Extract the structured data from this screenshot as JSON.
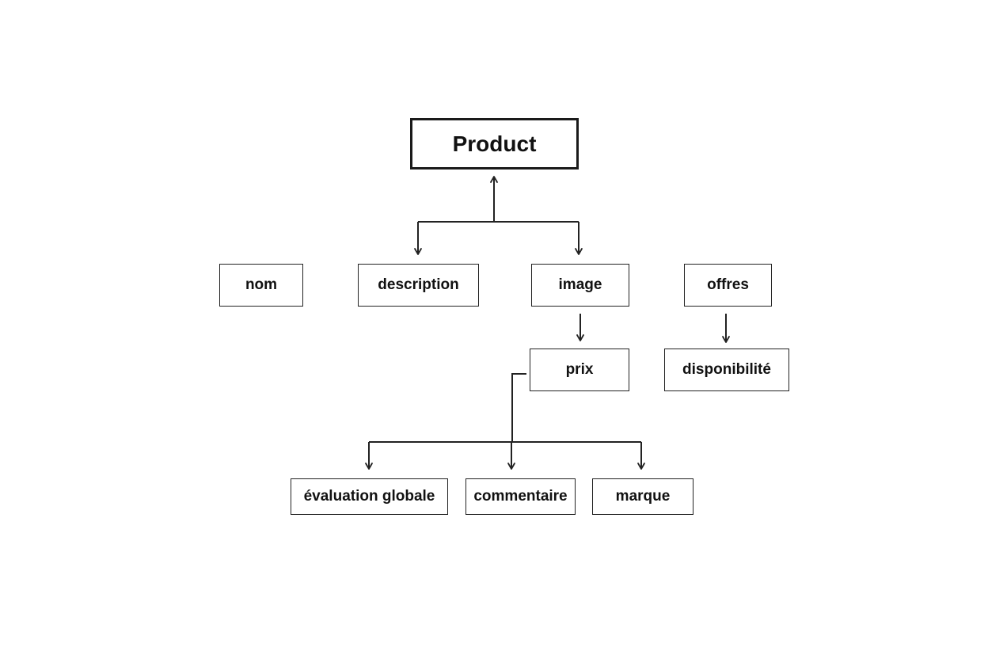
{
  "diagram": {
    "nodes": {
      "product": "Product",
      "nom": "nom",
      "description": "description",
      "image": "image",
      "offres": "offres",
      "prix": "prix",
      "disponibilite": "disponibilité",
      "evaluation_globale": "évaluation globale",
      "commentaire": "commentaire",
      "marque": "marque"
    },
    "edges": [
      {
        "from": "description",
        "to": "product"
      },
      {
        "from": "image",
        "to": "product"
      },
      {
        "from": "product",
        "to": "description"
      },
      {
        "from": "product",
        "to": "image"
      },
      {
        "from": "image",
        "to": "prix"
      },
      {
        "from": "offres",
        "to": "disponibilite"
      },
      {
        "from": "prix",
        "to": "evaluation_globale"
      },
      {
        "from": "prix",
        "to": "commentaire"
      },
      {
        "from": "prix",
        "to": "marque"
      }
    ]
  }
}
